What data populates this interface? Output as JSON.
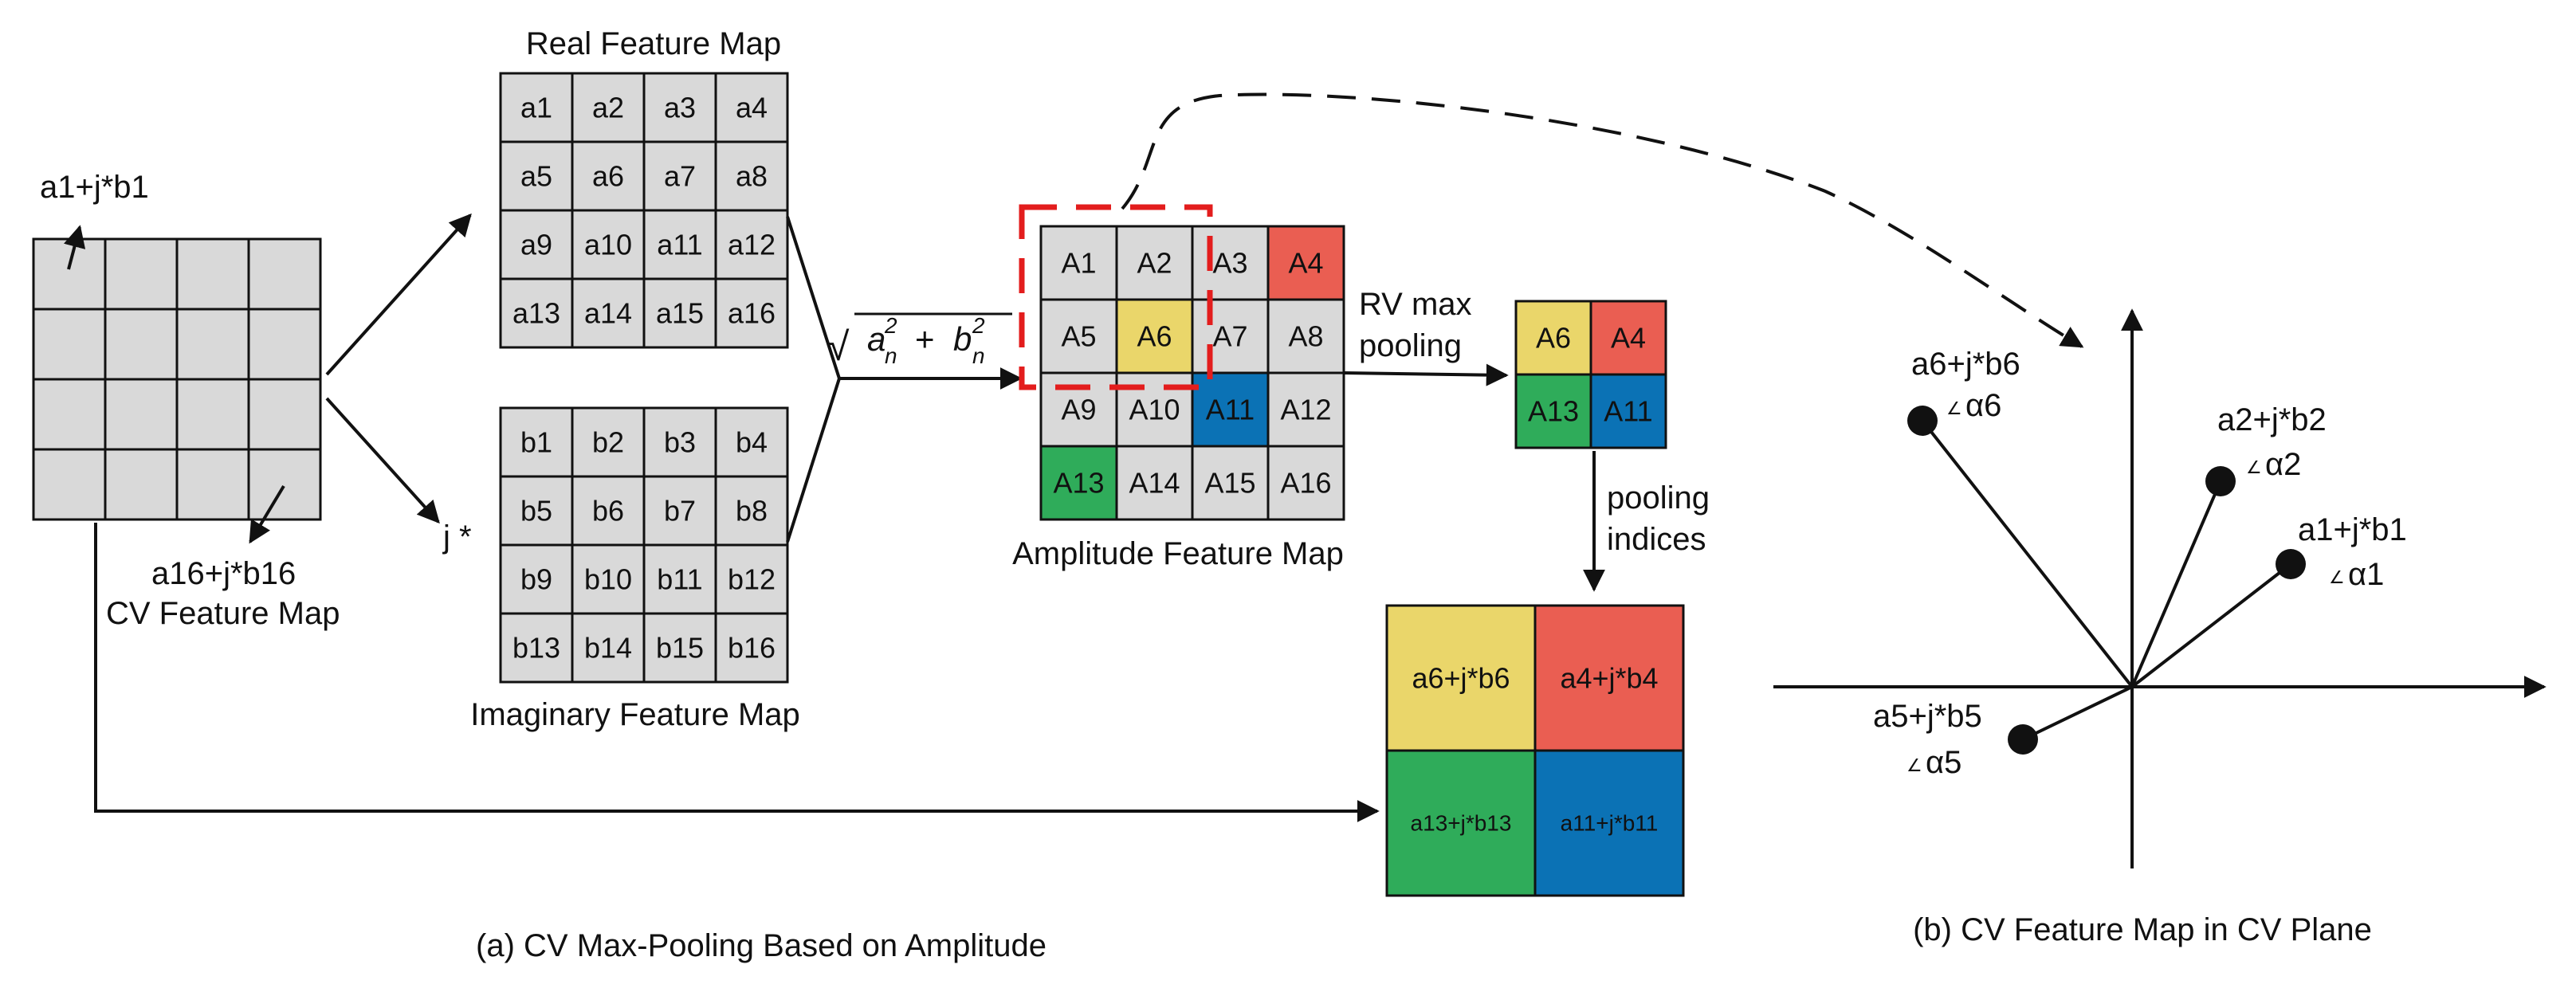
{
  "colors": {
    "gray": "#d9d9d9",
    "red": "#ea5e52",
    "yellow": "#ead66a",
    "green": "#2fac5a",
    "blue": "#0b72b5",
    "dashed_red": "#e31d1d"
  },
  "cv_map": {
    "top_label": "a1+j*b1",
    "bottom_label": "a16+j*b16",
    "caption": "CV Feature Map"
  },
  "real_map": {
    "title": "Real Feature Map",
    "cells": [
      "a1",
      "a2",
      "a3",
      "a4",
      "a5",
      "a6",
      "a7",
      "a8",
      "a9",
      "a10",
      "a11",
      "a12",
      "a13",
      "a14",
      "a15",
      "a16"
    ]
  },
  "imag_map": {
    "title": "Imaginary Feature Map",
    "prefix": "j *",
    "cells": [
      "b1",
      "b2",
      "b3",
      "b4",
      "b5",
      "b6",
      "b7",
      "b8",
      "b9",
      "b10",
      "b11",
      "b12",
      "b13",
      "b14",
      "b15",
      "b16"
    ]
  },
  "formula": {
    "sqrt_sign": "√",
    "a": "a",
    "b": "b",
    "sub": "n",
    "sup": "2",
    "plus": "+"
  },
  "amp_map": {
    "title": "Amplitude Feature Map",
    "cells": [
      {
        "label": "A1",
        "color": "gray"
      },
      {
        "label": "A2",
        "color": "gray"
      },
      {
        "label": "A3",
        "color": "gray"
      },
      {
        "label": "A4",
        "color": "red"
      },
      {
        "label": "A5",
        "color": "gray"
      },
      {
        "label": "A6",
        "color": "yellow"
      },
      {
        "label": "A7",
        "color": "gray"
      },
      {
        "label": "A8",
        "color": "gray"
      },
      {
        "label": "A9",
        "color": "gray"
      },
      {
        "label": "A10",
        "color": "gray"
      },
      {
        "label": "A11",
        "color": "blue"
      },
      {
        "label": "A12",
        "color": "gray"
      },
      {
        "label": "A13",
        "color": "green"
      },
      {
        "label": "A14",
        "color": "gray"
      },
      {
        "label": "A15",
        "color": "gray"
      },
      {
        "label": "A16",
        "color": "gray"
      }
    ]
  },
  "rv_pool": {
    "label_line1": "RV max",
    "label_line2": "pooling",
    "cells": [
      {
        "label": "A6",
        "color": "yellow"
      },
      {
        "label": "A4",
        "color": "red"
      },
      {
        "label": "A13",
        "color": "green"
      },
      {
        "label": "A11",
        "color": "blue"
      }
    ]
  },
  "indices": {
    "line1": "pooling",
    "line2": "indices"
  },
  "output": {
    "cells": [
      {
        "label": "a6+j*b6",
        "color": "yellow"
      },
      {
        "label": "a4+j*b4",
        "color": "red"
      },
      {
        "label": "a13+j*b13",
        "color": "green"
      },
      {
        "label": "a11+j*b11",
        "color": "blue"
      }
    ]
  },
  "caption_a": "(a) CV Max-Pooling Based on Amplitude",
  "caption_b": "(b) CV Feature Map in CV Plane",
  "plane_points": [
    {
      "label": "a6+j*b6",
      "angle": "α6"
    },
    {
      "label": "a2+j*b2",
      "angle": "α2"
    },
    {
      "label": "a1+j*b1",
      "angle": "α1"
    },
    {
      "label": "a5+j*b5",
      "angle": "α5"
    }
  ],
  "angle_symbol": "∠"
}
